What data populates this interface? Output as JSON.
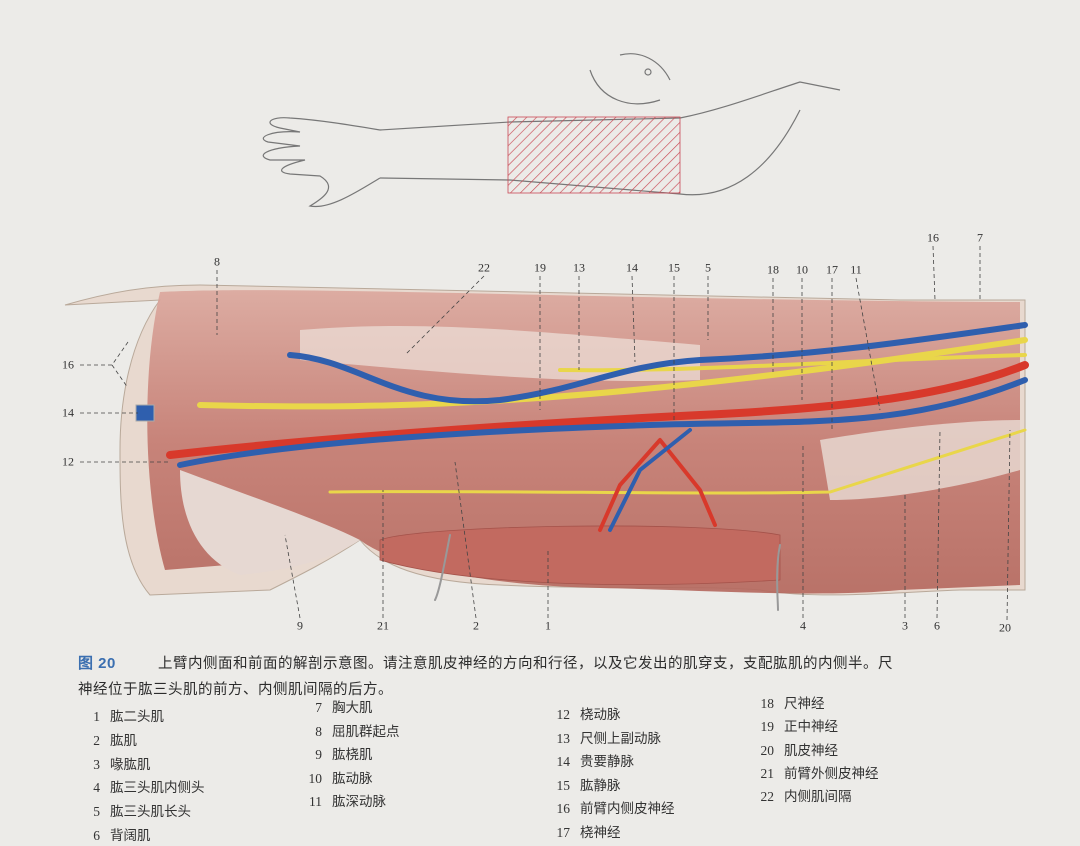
{
  "figure": {
    "number_label": "图 20",
    "caption_line1": "上臂内侧面和前面的解剖示意图。请注意肌皮神经的方向和行径，以及它发出的肌穿支，支配肱肌的内侧半。尺",
    "caption_line2": "神经位于肱三头肌的前方、内侧肌间隔的后方。"
  },
  "callouts": {
    "top": [
      "8",
      "22",
      "19",
      "13",
      "14",
      "15",
      "5",
      "18",
      "10",
      "17",
      "11",
      "16",
      "7"
    ],
    "left": [
      "16",
      "14",
      "12"
    ],
    "bottom": [
      "9",
      "21",
      "2",
      "1",
      "4",
      "3",
      "6",
      "20"
    ]
  },
  "legend": [
    {
      "n": "1",
      "label": "肱二头肌"
    },
    {
      "n": "2",
      "label": "肱肌"
    },
    {
      "n": "3",
      "label": "喙肱肌"
    },
    {
      "n": "4",
      "label": "肱三头肌内侧头"
    },
    {
      "n": "5",
      "label": "肱三头肌长头"
    },
    {
      "n": "6",
      "label": "背阔肌"
    },
    {
      "n": "7",
      "label": "胸大肌"
    },
    {
      "n": "8",
      "label": "屈肌群起点"
    },
    {
      "n": "9",
      "label": "肱桡肌"
    },
    {
      "n": "10",
      "label": "肱动脉"
    },
    {
      "n": "11",
      "label": "肱深动脉"
    },
    {
      "n": "12",
      "label": "桡动脉"
    },
    {
      "n": "13",
      "label": "尺侧上副动脉"
    },
    {
      "n": "14",
      "label": "贵要静脉"
    },
    {
      "n": "15",
      "label": "肱静脉"
    },
    {
      "n": "16",
      "label": "前臂内侧皮神经"
    },
    {
      "n": "17",
      "label": "桡神经"
    },
    {
      "n": "18",
      "label": "尺神经"
    },
    {
      "n": "19",
      "label": "正中神经"
    },
    {
      "n": "20",
      "label": "肌皮神经"
    },
    {
      "n": "21",
      "label": "前臂外侧皮神经"
    },
    {
      "n": "22",
      "label": "内侧肌间隔"
    }
  ],
  "colors": {
    "artery": "#d8392b",
    "vein": "#2f5fae",
    "nerve": "#e9d64a",
    "muscle": "#c98479",
    "figure_label": "#3b6fb0",
    "hatch": "#c94a55"
  }
}
